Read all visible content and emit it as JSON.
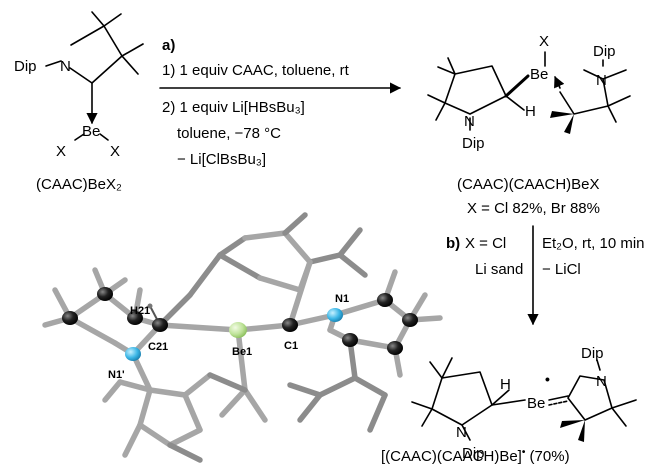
{
  "start_material": {
    "dip": "Dip",
    "n": "N",
    "be": "Be",
    "x_left": "X",
    "x_right": "X",
    "label": "(CAAC)BeX₂"
  },
  "conditions_a": {
    "letter": "a)",
    "step1": "1) 1 equiv CAAC, toluene, rt",
    "step2": "2) 1 equiv Li[HBsBu₃]",
    "step2_solvent": "toluene, −78 °C",
    "step2_byproduct": "− Li[ClBsBu₃]"
  },
  "product1": {
    "x": "X",
    "be": "Be",
    "h": "H",
    "n_left": "N",
    "n_right": "N",
    "dip_left": "Dip",
    "dip_right": "Dip",
    "label": "(CAAC)(CAACH)BeX",
    "yields": "X = Cl 82%, Br 88%"
  },
  "conditions_b": {
    "letter": "b)",
    "substrate": "X = Cl",
    "reagent": "Li sand",
    "solvent": "Et₂O, rt, 10 min",
    "byproduct": "− LiCl"
  },
  "crystal_structure": {
    "atoms": [
      "H21",
      "C21",
      "N1'",
      "Be1",
      "C1",
      "N1"
    ]
  },
  "product2": {
    "h": "H",
    "be": "Be",
    "n_left": "N",
    "n_right": "N",
    "dip_left": "Dip",
    "dip_right": "Dip",
    "label": "[(CAAC)(CAACH)Be]",
    "radical": "•",
    "yield": "(70%)"
  }
}
